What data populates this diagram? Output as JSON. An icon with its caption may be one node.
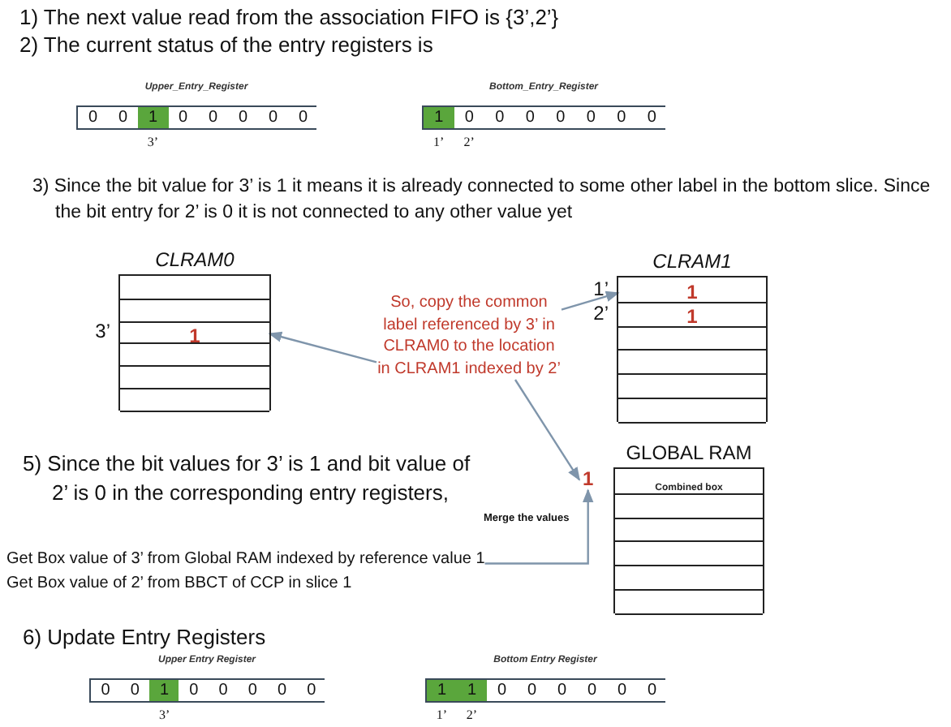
{
  "diagram": {
    "nodes": [
      {
        "text": [
          "Upper_Entry_Register"
        ]
      },
      {
        "text": [
          "0"
        ],
        "in": 0
      },
      {
        "text": [
          "0"
        ],
        "in": 0
      },
      {
        "text": [
          "1"
        ],
        "in": 0,
        "beside": [
          "3’"
        ]
      },
      {
        "text": [
          "0"
        ],
        "in": 0
      },
      {
        "text": [
          "0"
        ],
        "in": 0
      },
      {
        "text": [
          "0"
        ],
        "in": 0
      },
      {
        "text": [
          "0"
        ],
        "in": 0
      },
      {
        "text": [
          "0"
        ],
        "in": 0
      },
      {
        "text": [
          "Bottom_Entry_Register"
        ]
      },
      {
        "text": [
          "1"
        ],
        "in": 9,
        "beside": [
          "1’"
        ]
      },
      {
        "text": [
          "0"
        ],
        "in": 9,
        "beside": [
          "2’"
        ]
      },
      {
        "text": [
          "0"
        ],
        "in": 9
      },
      {
        "text": [
          "0"
        ],
        "in": 9
      },
      {
        "text": [
          "0"
        ],
        "in": 9
      },
      {
        "text": [
          "0"
        ],
        "in": 9
      },
      {
        "text": [
          "0"
        ],
        "in": 9
      },
      {
        "text": [
          "0"
        ],
        "in": 9
      },
      {
        "text": [
          "CLRAM0"
        ]
      },
      {
        "text": [],
        "shape": "box",
        "in": 18
      },
      {
        "text": [],
        "shape": "box",
        "in": 18
      },
      {
        "text": [
          "1"
        ],
        "in": 18,
        "beside": [
          "3’"
        ]
      },
      {
        "text": [],
        "shape": "box",
        "in": 18
      },
      {
        "text": [],
        "shape": "box",
        "in": 18
      },
      {
        "text": [],
        "shape": "box",
        "in": 18
      },
      {
        "text": [
          "So, copy the common label referenced by 3’ in CLRAM0 to the location in CLRAM1 indexed by 2’"
        ]
      },
      {
        "text": [
          "CLRAM1"
        ]
      },
      {
        "text": [
          "1"
        ],
        "in": 26,
        "beside": [
          "1’"
        ]
      },
      {
        "text": [
          "1"
        ],
        "in": 26,
        "beside": [
          "2’"
        ]
      },
      {
        "text": [],
        "shape": "box",
        "in": 26
      },
      {
        "text": [],
        "shape": "box",
        "in": 26
      },
      {
        "text": [],
        "shape": "box",
        "in": 26
      },
      {
        "text": [],
        "shape": "box",
        "in": 26
      },
      {
        "text": [
          "GLOBAL RAM"
        ]
      },
      {
        "text": [
          "Combined box"
        ],
        "in": 33
      },
      {
        "text": [],
        "shape": "box",
        "in": 33
      },
      {
        "text": [],
        "shape": "box",
        "in": 33
      },
      {
        "text": [],
        "shape": "box",
        "in": 33
      },
      {
        "text": [],
        "shape": "box",
        "in": 33
      },
      {
        "text": [],
        "shape": "box",
        "in": 33
      },
      {
        "text": [
          "1"
        ]
      },
      {
        "text": [
          "Get Box value of 3’ from Global RAM indexed by reference value 1"
        ]
      },
      {
        "text": [
          "Upper Entry Register"
        ]
      },
      {
        "text": [
          "0"
        ],
        "in": 42
      },
      {
        "text": [
          "0"
        ],
        "in": 42
      },
      {
        "text": [
          "1"
        ],
        "in": 42,
        "beside": [
          "3’"
        ]
      },
      {
        "text": [
          "0"
        ],
        "in": 42
      },
      {
        "text": [
          "0"
        ],
        "in": 42
      },
      {
        "text": [
          "0"
        ],
        "in": 42
      },
      {
        "text": [
          "0"
        ],
        "in": 42
      },
      {
        "text": [
          "0"
        ],
        "in": 42
      },
      {
        "text": [
          "Bottom Entry Register"
        ]
      },
      {
        "text": [
          "1"
        ],
        "in": 51,
        "beside": [
          "1’"
        ]
      },
      {
        "text": [
          "1"
        ],
        "in": 51,
        "beside": [
          "2’"
        ]
      },
      {
        "text": [
          "0"
        ],
        "in": 51
      },
      {
        "text": [
          "0"
        ],
        "in": 51
      },
      {
        "text": [
          "0"
        ],
        "in": 51
      },
      {
        "text": [
          "0"
        ],
        "in": 51
      },
      {
        "text": [
          "0"
        ],
        "in": 51
      },
      {
        "text": [
          "0"
        ],
        "in": 51
      }
    ],
    "edges": [
      {
        "from": 25,
        "to": 21,
        "arrow": "to"
      },
      {
        "from": 25,
        "to": 27,
        "arrow": "to"
      },
      {
        "from": 25,
        "to": 40,
        "arrow": "to"
      },
      {
        "from": 41,
        "to": 40,
        "arrow": "to",
        "label": "Merge the values"
      }
    ],
    "labels": [
      "1) The next value read from the association FIFO is {3’,2’}",
      "2) The current status of the entry registers is",
      "3) Since the bit value for 3’ is 1 it means it is already connected to some other label in the bottom slice. Since the bit entry for 2’ is 0 it is not connected to any other value yet",
      "5) Since the bit values for 3’ is 1 and bit value of 2’ is 0 in the corresponding entry registers,",
      "Get Box value of 2’ from BBCT of CCP in slice 1",
      "6) Update Entry Registers"
    ]
  }
}
